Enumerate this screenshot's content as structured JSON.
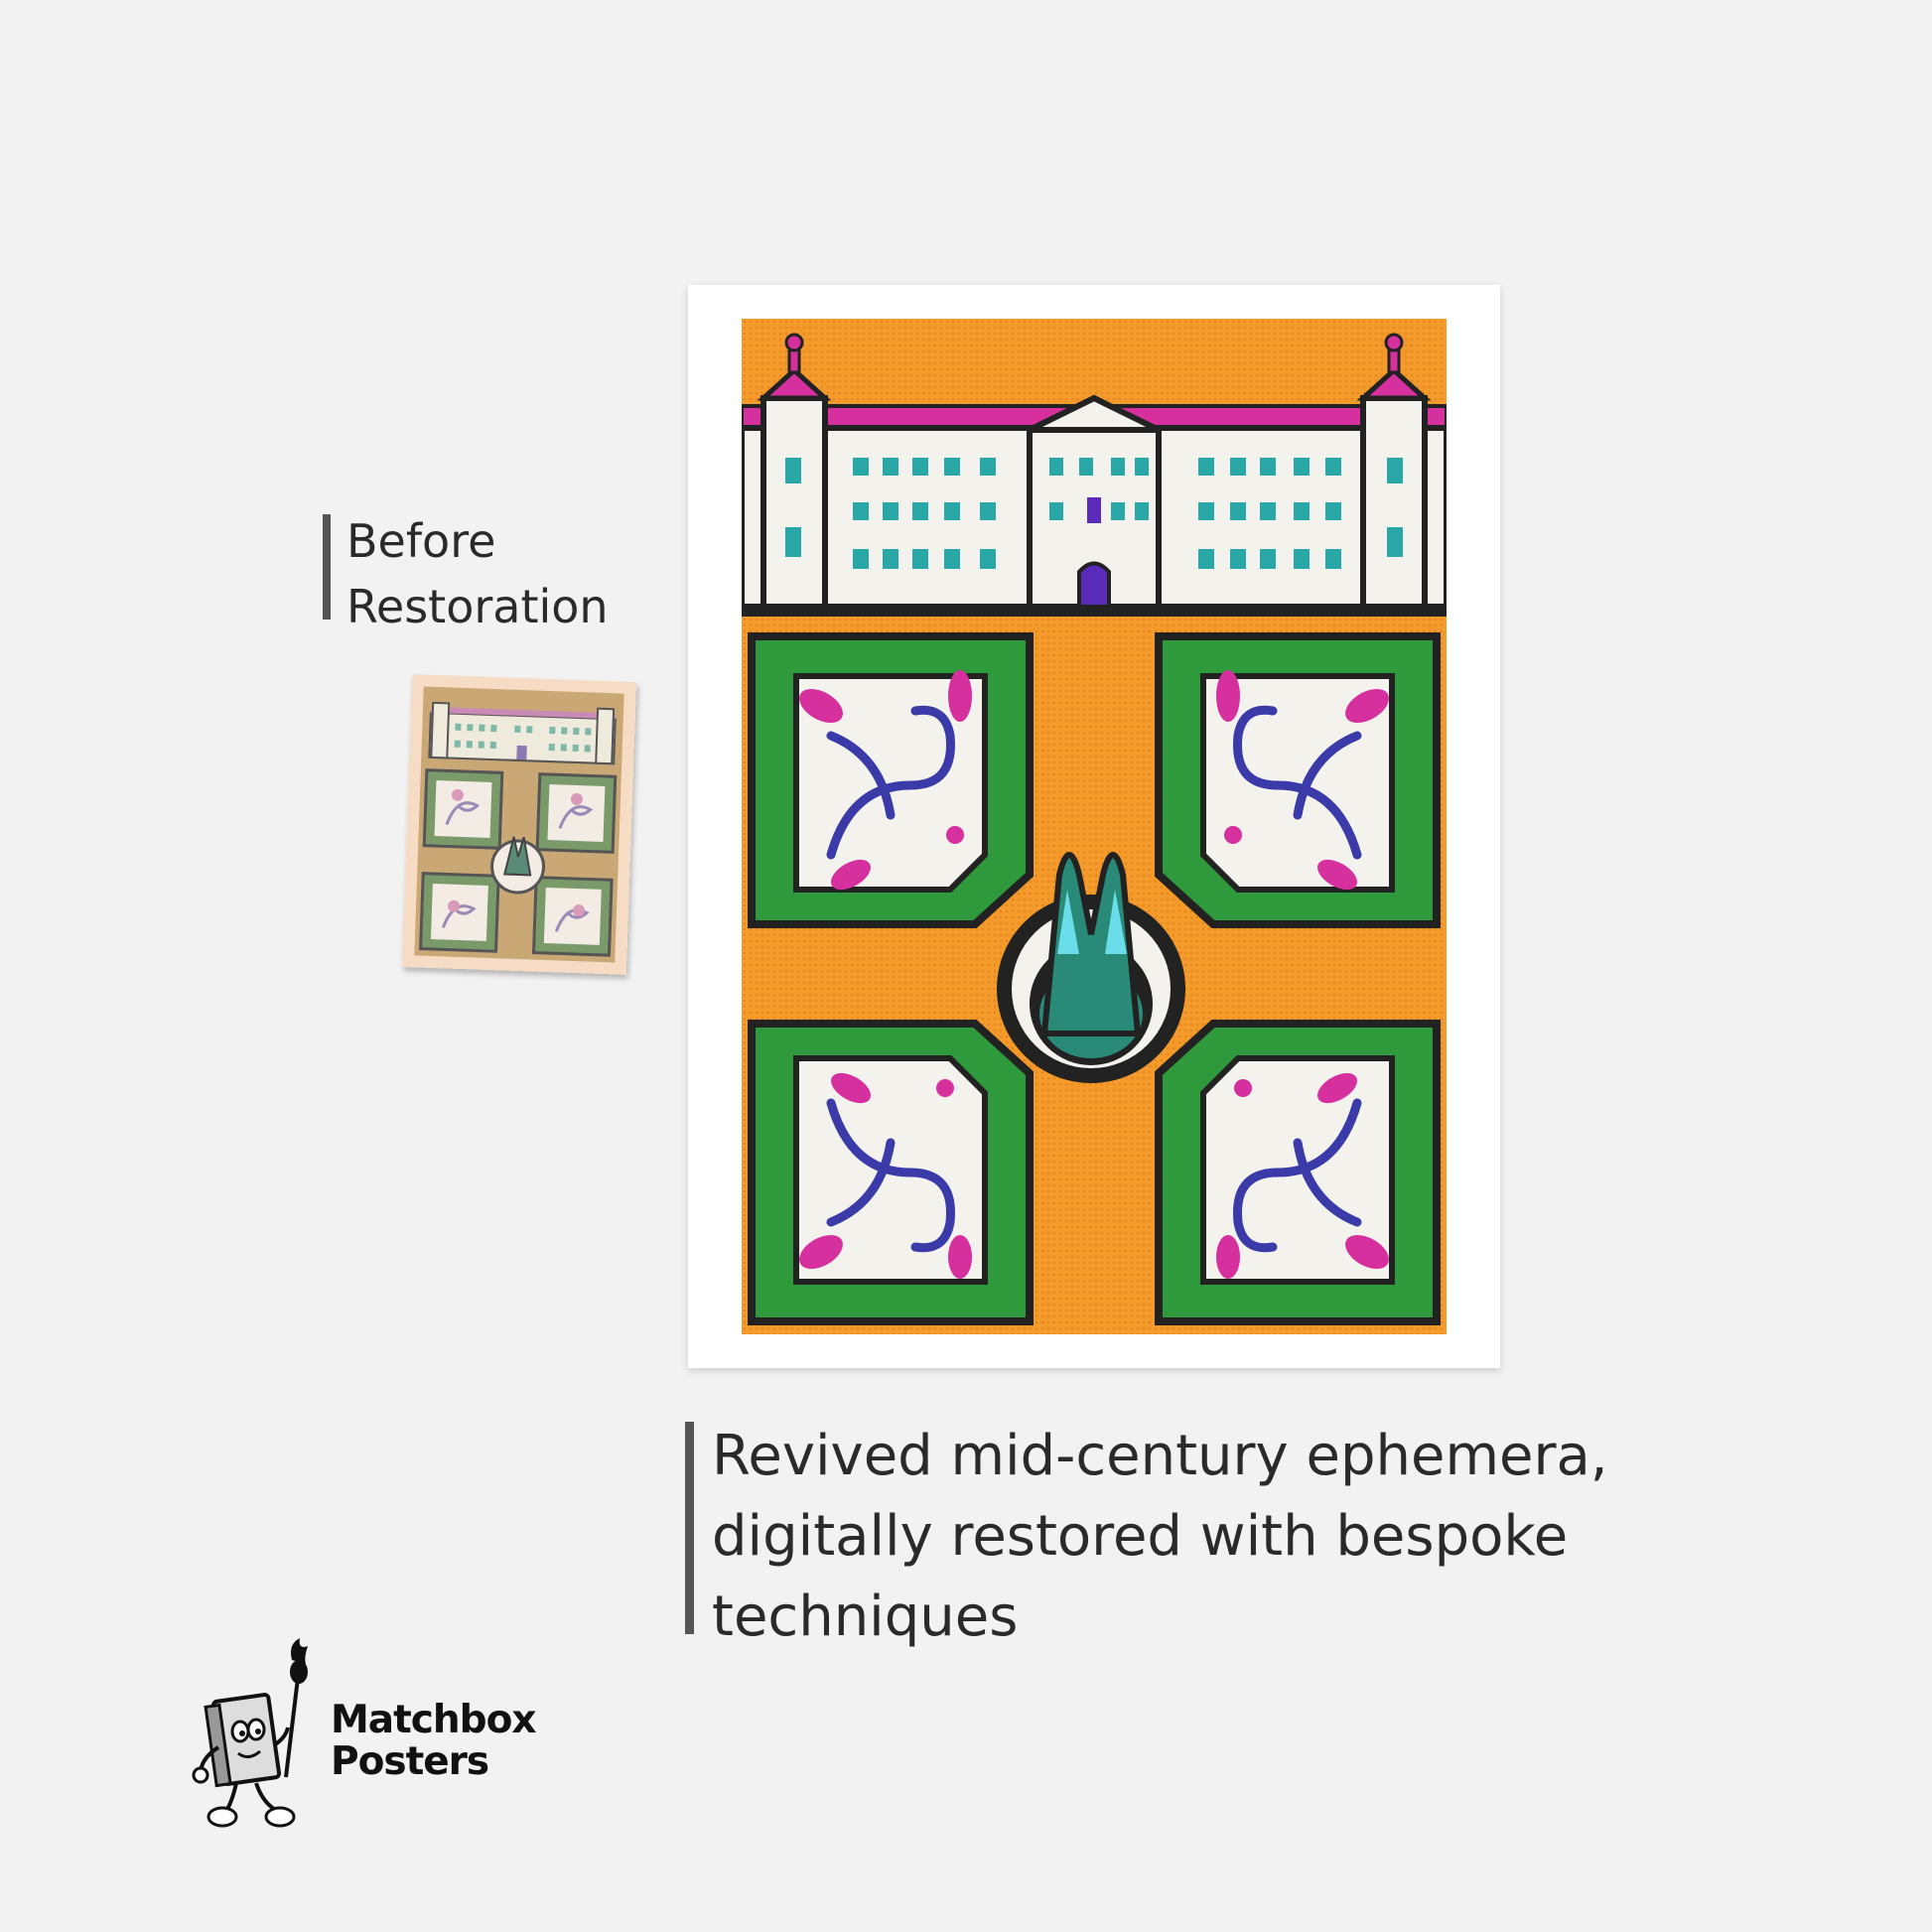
{
  "before_label": {
    "line1": "Before",
    "line2": "Restoration"
  },
  "caption": {
    "line1": "Revived mid-century ephemera,",
    "line2": "digitally restored with bespoke",
    "line3": "techniques"
  },
  "brand": {
    "line1": "Matchbox",
    "line2": "Posters"
  },
  "colors": {
    "background": "#f2f2f2",
    "orange": "#f49a2a",
    "green": "#2e9a3c",
    "magenta": "#d6309f",
    "blue": "#3a3aa8",
    "teal": "#2aa8a8",
    "ink": "#222222"
  },
  "icons": [
    "matchbox-mascot-logo"
  ]
}
